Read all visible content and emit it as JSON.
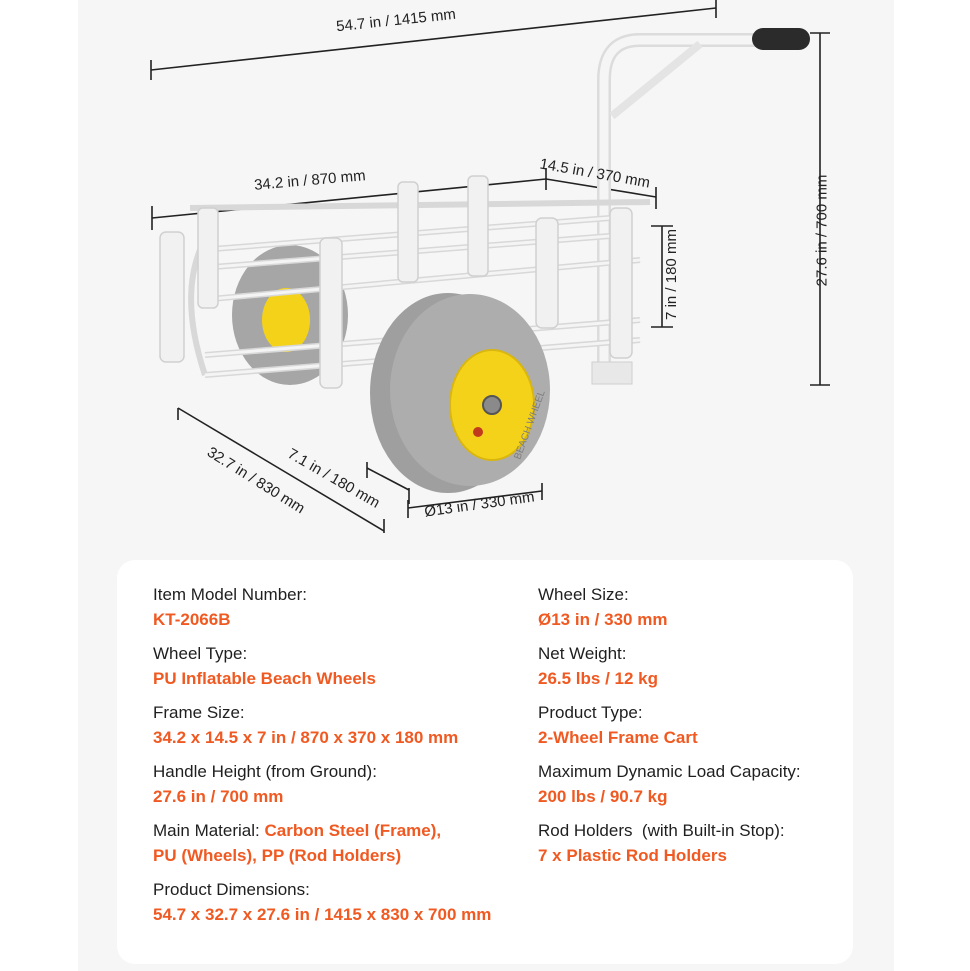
{
  "dimensions": {
    "total_length": "54.7 in / 1415 mm",
    "frame_length": "34.2 in / 870 mm",
    "frame_width": "14.5 in / 370 mm",
    "frame_height": "7 in / 180 mm",
    "handle_height": "27.6 in / 700 mm",
    "total_width": "32.7 in / 830 mm",
    "wheel_width": "7.1 in / 180 mm",
    "wheel_diameter": "Ø13 in / 330 mm"
  },
  "wheel_brand": "BEACH WHEEL",
  "specs": {
    "model": {
      "label": "Item Model Number:",
      "value": "KT-2066B"
    },
    "wheel_size": {
      "label": "Wheel Size:",
      "value": "Ø13 in / 330 mm"
    },
    "wheel_type": {
      "label": "Wheel Type:",
      "value": "PU Inflatable Beach Wheels"
    },
    "net_weight": {
      "label": "Net Weight:",
      "value": "26.5 lbs / 12 kg"
    },
    "frame_size": {
      "label": "Frame Size:",
      "value": "34.2 x 14.5 x 7 in / 870 x 370 x 180 mm"
    },
    "product_type": {
      "label": "Product Type:",
      "value": "2-Wheel Frame Cart"
    },
    "handle_height": {
      "label": "Handle Height (from Ground):",
      "value": "27.6 in / 700 mm"
    },
    "load_capacity": {
      "label": "Maximum Dynamic Load Capacity:",
      "value": "200 lbs / 90.7 kg"
    },
    "main_material": {
      "label": "Main Material: ",
      "value_line1": "Carbon Steel (Frame),",
      "value_line2": "PU (Wheels), PP (Rod Holders)"
    },
    "rod_holders": {
      "label": "Rod Holders  (with Built-in Stop):",
      "value": "7 x Plastic Rod Holders"
    },
    "product_dimensions": {
      "label": "Product Dimensions:",
      "value": "54.7 x 32.7 x 27.6 in / 1415 x 830 x 700 mm"
    }
  },
  "colors": {
    "accent": "#f05a22",
    "wheel_tire": "#a9a9a9",
    "wheel_hub": "#f5d21a",
    "frame": "#f3f3f3",
    "panel_bg": "#f6f6f6"
  }
}
